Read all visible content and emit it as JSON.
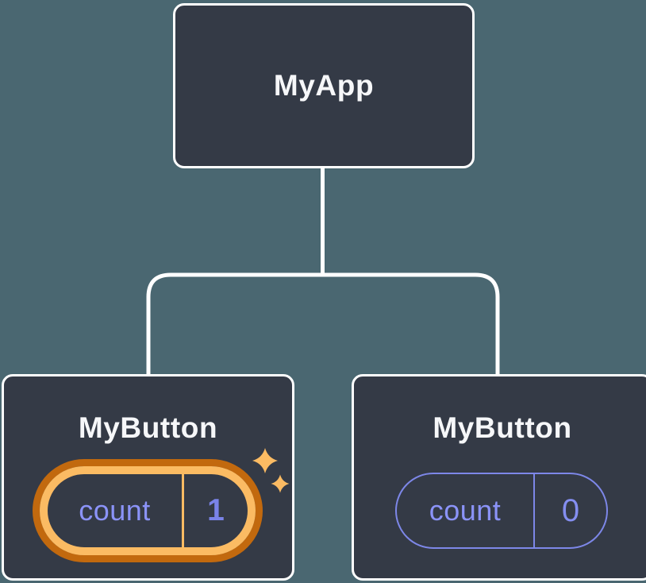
{
  "diagram": {
    "root": {
      "title": "MyApp"
    },
    "children": [
      {
        "title": "MyButton",
        "state": {
          "label": "count",
          "value": "1"
        },
        "highlighted": true
      },
      {
        "title": "MyButton",
        "state": {
          "label": "count",
          "value": "0"
        },
        "highlighted": false
      }
    ]
  },
  "icons": [
    {
      "name": "sparkle-icon",
      "glyph": "✦",
      "color": "#fbbb63"
    }
  ],
  "colors": {
    "background": "#4a6771",
    "node_fill": "#343a46",
    "node_border": "#ffffff",
    "connector_line": "#ffffff",
    "title_text": "#f6f7f9",
    "state_label_text": "#8b93f8",
    "state_value_highlight": "#7a83e8",
    "state_value_plain": "#848ef0",
    "pill_border_plain": "#7d87e8",
    "highlight_ring_outer": "#c2690e",
    "highlight_ring_inner": "#fbbb63"
  }
}
